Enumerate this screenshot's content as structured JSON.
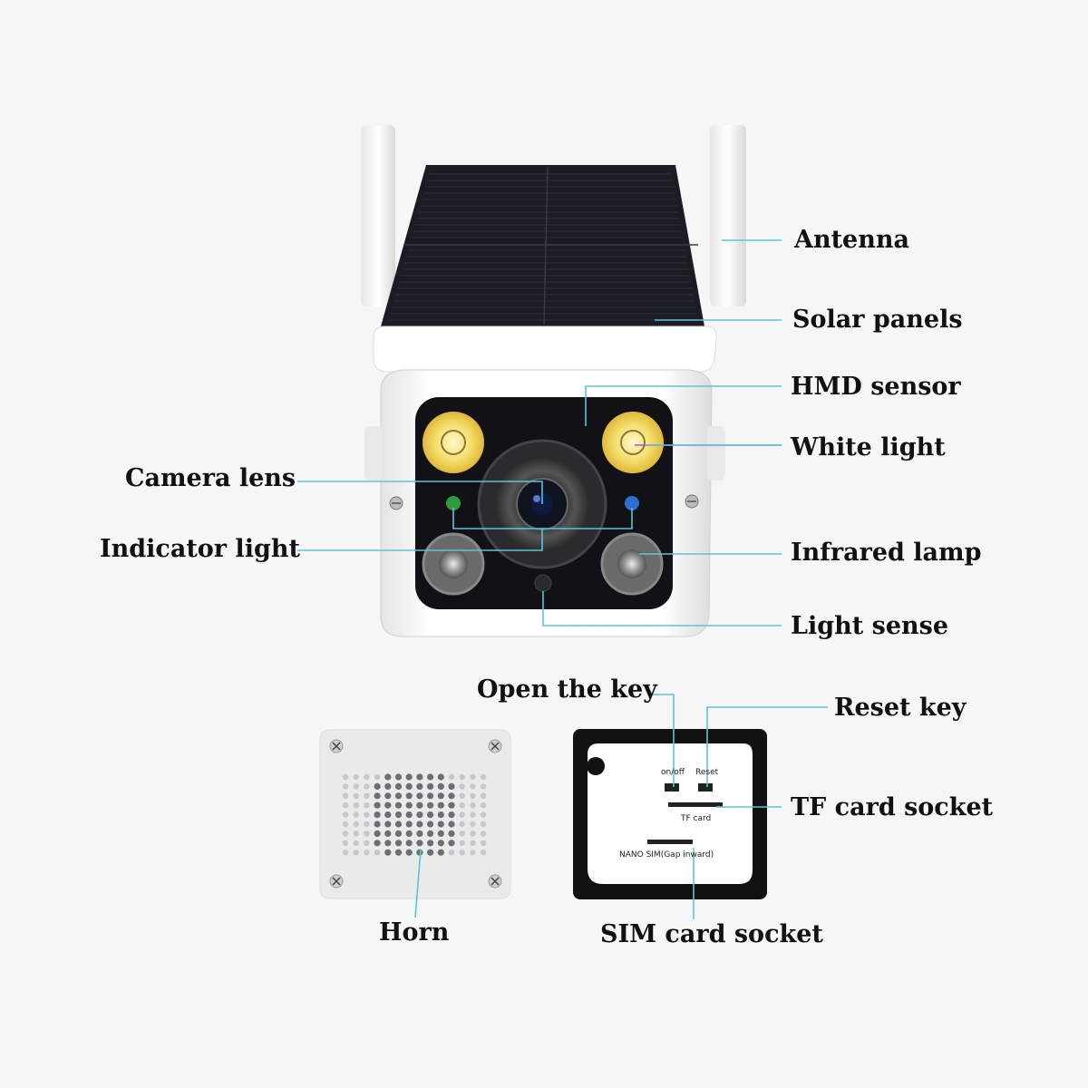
{
  "labels": {
    "antenna": "Antenna",
    "solar_panels": "Solar panels",
    "hmd_sensor": "HMD sensor",
    "white_light": "White light",
    "camera_lens": "Camera lens",
    "indicator_light": "Indicator light",
    "infrared_lamp": "Infrared lamp",
    "light_sense": "Light sense",
    "open_the_key": "Open the key",
    "reset_key": "Reset key",
    "tf_card_socket": "TF card socket",
    "horn": "Horn",
    "sim_card_socket": "SIM card socket"
  },
  "board_text": {
    "on_off": "on/off",
    "reset": "Reset",
    "tf_card": "TF card",
    "nano_sim": "NANO SIM(Gap inward)"
  },
  "colors": {
    "leader_line": "#5bc4dd",
    "white_light": "#f6e27a",
    "indicator_green": "#2e9a3a",
    "indicator_blue": "#2f6fd0",
    "panel": "#1b1b22",
    "body": "#ffffff"
  }
}
